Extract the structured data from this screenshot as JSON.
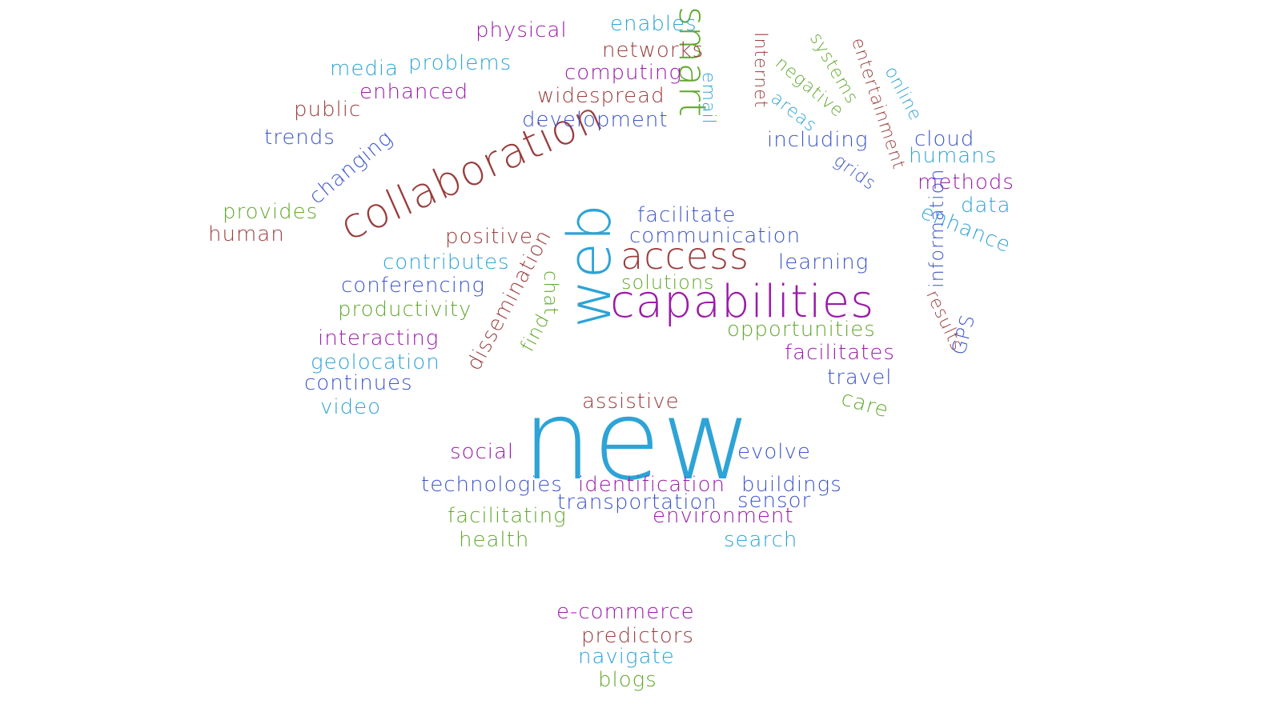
{
  "palette": {
    "blue": "#3d55c8",
    "light_blue": "#2ea3d6",
    "purple": "#9a1aa8",
    "maroon": "#9a3d3d",
    "green": "#62a82e"
  },
  "words": [
    {
      "text": "new",
      "color": "light_blue"
    },
    {
      "text": "capabilities",
      "color": "purple"
    },
    {
      "text": "web",
      "color": "light_blue"
    },
    {
      "text": "collaboration",
      "color": "maroon"
    },
    {
      "text": "access",
      "color": "maroon"
    },
    {
      "text": "smart",
      "color": "green"
    },
    {
      "text": "physical",
      "color": "purple"
    },
    {
      "text": "enables",
      "color": "light_blue"
    },
    {
      "text": "networks",
      "color": "maroon"
    },
    {
      "text": "media",
      "color": "light_blue"
    },
    {
      "text": "problems",
      "color": "light_blue"
    },
    {
      "text": "computing",
      "color": "purple"
    },
    {
      "text": "enhanced",
      "color": "purple"
    },
    {
      "text": "widespread",
      "color": "maroon"
    },
    {
      "text": "public",
      "color": "maroon"
    },
    {
      "text": "development",
      "color": "blue"
    },
    {
      "text": "trends",
      "color": "blue"
    },
    {
      "text": "changing",
      "color": "blue"
    },
    {
      "text": "email",
      "color": "light_blue"
    },
    {
      "text": "Internet",
      "color": "maroon"
    },
    {
      "text": "negative",
      "color": "green"
    },
    {
      "text": "systems",
      "color": "green"
    },
    {
      "text": "areas",
      "color": "light_blue"
    },
    {
      "text": "entertainment",
      "color": "maroon"
    },
    {
      "text": "online",
      "color": "light_blue"
    },
    {
      "text": "including",
      "color": "blue"
    },
    {
      "text": "cloud",
      "color": "blue"
    },
    {
      "text": "humans",
      "color": "light_blue"
    },
    {
      "text": "grids",
      "color": "blue"
    },
    {
      "text": "methods",
      "color": "purple"
    },
    {
      "text": "data",
      "color": "light_blue"
    },
    {
      "text": "enhance",
      "color": "light_blue"
    },
    {
      "text": "provides",
      "color": "green"
    },
    {
      "text": "human",
      "color": "maroon"
    },
    {
      "text": "facilitate",
      "color": "blue"
    },
    {
      "text": "communication",
      "color": "blue"
    },
    {
      "text": "positive",
      "color": "maroon"
    },
    {
      "text": "contributes",
      "color": "light_blue"
    },
    {
      "text": "learning",
      "color": "blue"
    },
    {
      "text": "conferencing",
      "color": "blue"
    },
    {
      "text": "solutions",
      "color": "green"
    },
    {
      "text": "productivity",
      "color": "green"
    },
    {
      "text": "dissemination",
      "color": "maroon"
    },
    {
      "text": "chat",
      "color": "green"
    },
    {
      "text": "find",
      "color": "green"
    },
    {
      "text": "opportunities",
      "color": "green"
    },
    {
      "text": "interacting",
      "color": "purple"
    },
    {
      "text": "results",
      "color": "maroon"
    },
    {
      "text": "information",
      "color": "blue"
    },
    {
      "text": "facilitates",
      "color": "purple"
    },
    {
      "text": "GPS",
      "color": "blue"
    },
    {
      "text": "geolocation",
      "color": "light_blue"
    },
    {
      "text": "travel",
      "color": "blue"
    },
    {
      "text": "continues",
      "color": "blue"
    },
    {
      "text": "care",
      "color": "green"
    },
    {
      "text": "video",
      "color": "light_blue"
    },
    {
      "text": "assistive",
      "color": "maroon"
    },
    {
      "text": "social",
      "color": "purple"
    },
    {
      "text": "evolve",
      "color": "blue"
    },
    {
      "text": "technologies",
      "color": "blue"
    },
    {
      "text": "identification",
      "color": "purple"
    },
    {
      "text": "buildings",
      "color": "blue"
    },
    {
      "text": "transportation",
      "color": "blue"
    },
    {
      "text": "sensor",
      "color": "blue"
    },
    {
      "text": "facilitating",
      "color": "green"
    },
    {
      "text": "environment",
      "color": "purple"
    },
    {
      "text": "health",
      "color": "green"
    },
    {
      "text": "search",
      "color": "light_blue"
    },
    {
      "text": "e-commerce",
      "color": "purple"
    },
    {
      "text": "predictors",
      "color": "maroon"
    },
    {
      "text": "navigate",
      "color": "light_blue"
    },
    {
      "text": "blogs",
      "color": "green"
    }
  ]
}
